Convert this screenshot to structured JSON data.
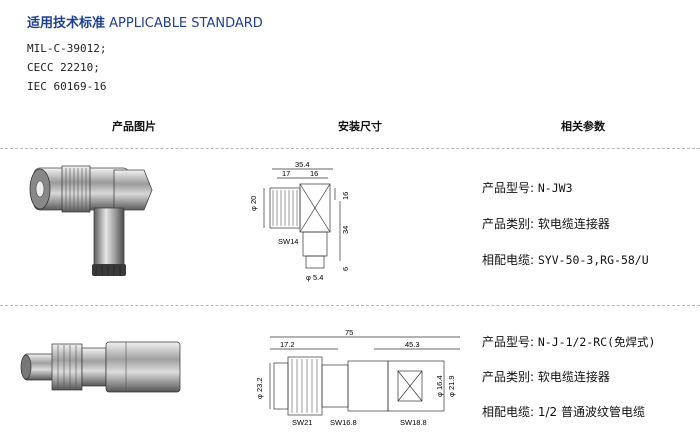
{
  "header": {
    "title_cn": "适用技术标准",
    "title_en": "APPLICABLE STANDARD"
  },
  "standards": [
    "MIL-C-39012;",
    "CECC 22210;",
    "IEC 60169-16"
  ],
  "table": {
    "headers": [
      "产品图片",
      "安装尺寸",
      "相关参数"
    ],
    "rows": [
      {
        "model_label": "产品型号:",
        "model_value": "N-JW3",
        "type_label": "产品类别:",
        "type_value": "软电缆连接器",
        "cable_label": "相配电缆:",
        "cable_value": "SYV-50-3,RG-58/U",
        "dims": {
          "d1": "35.4",
          "d2": "17",
          "d3": "16",
          "d4": "φ 20",
          "d5": "16",
          "d6": "34",
          "d7": "SW14",
          "d8": "6",
          "d9": "φ 5.4"
        }
      },
      {
        "model_label": "产品型号:",
        "model_value": "N-J-1/2-RC(免焊式)",
        "type_label": "产品类别:",
        "type_value": "软电缆连接器",
        "cable_label": "相配电缆:",
        "cable_value": "1/2 普通波纹管电缆",
        "dims": {
          "d1": "75",
          "d2": "17.2",
          "d3": "45.3",
          "d4": "φ 23.2",
          "d5": "φ 16.4",
          "d6": "φ 21.9",
          "d7": "SW21",
          "d8": "SW16.8",
          "d9": "SW18.8"
        }
      }
    ]
  }
}
